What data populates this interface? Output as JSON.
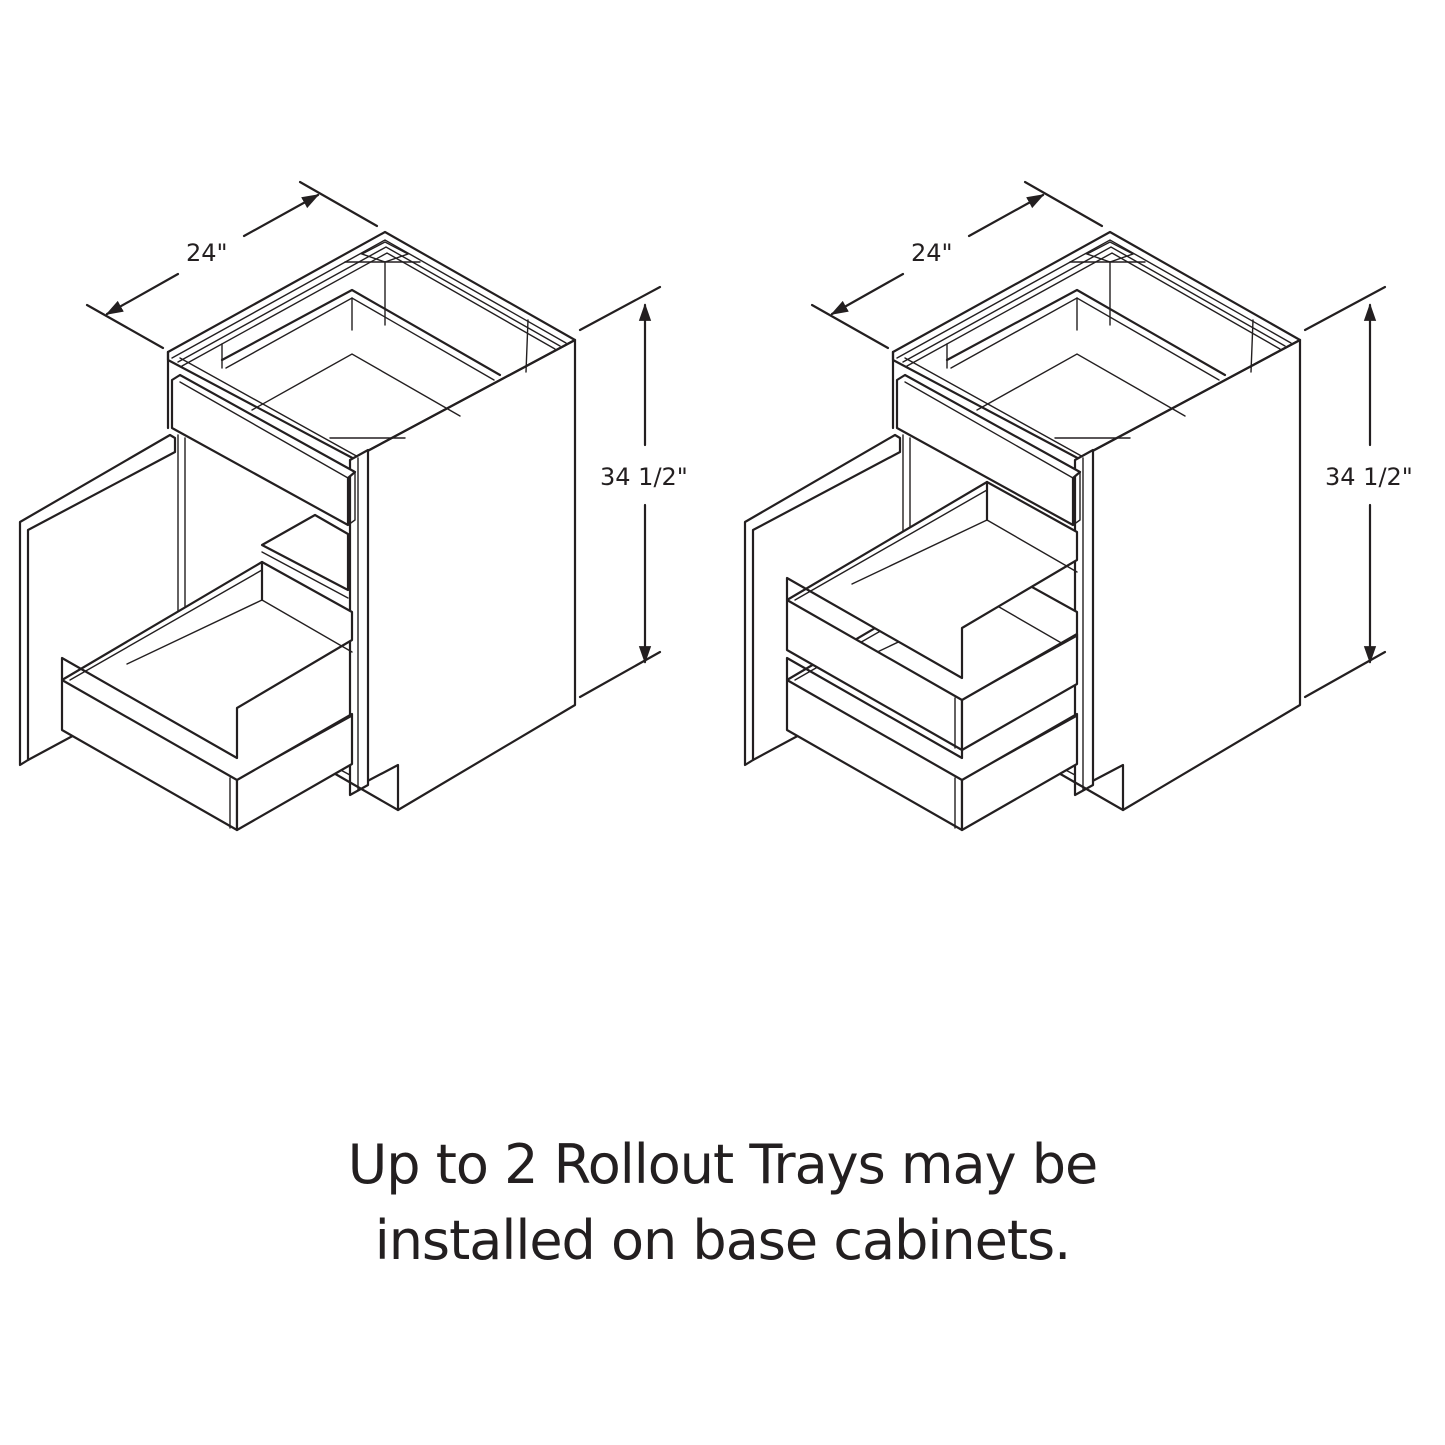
{
  "cabinets": [
    {
      "id": "single-tray",
      "width_label": "24\"",
      "height_label": "34 1/2\"",
      "rollout_trays": 1
    },
    {
      "id": "double-tray",
      "width_label": "24\"",
      "height_label": "34 1/2\"",
      "rollout_trays": 2
    }
  ],
  "caption": {
    "line1": "Up to 2 Rollout Trays may be",
    "line2": "installed on base cabinets."
  },
  "colors": {
    "line": "#231f20",
    "background": "#ffffff"
  }
}
